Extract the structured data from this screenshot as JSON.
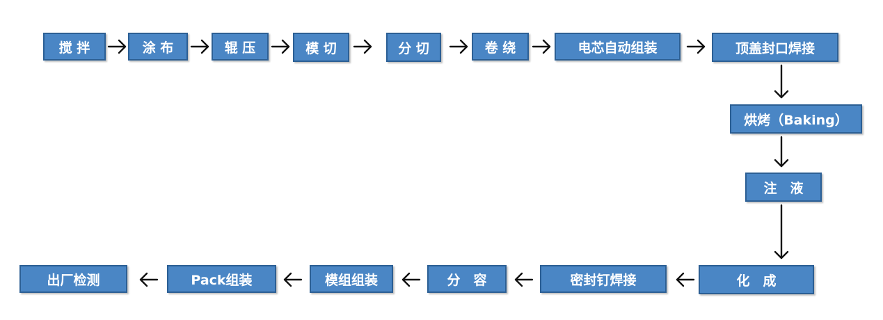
{
  "steps": {
    "s1": "搅 拌",
    "s2": "涂 布",
    "s3": "辊 压",
    "s4": "模 切",
    "s5": "分 切",
    "s6": "卷 绕",
    "s7": "电芯自动组装",
    "s8": "顶盖封口焊接",
    "s9": "烘烤（Baking）",
    "s10": "注　液",
    "s11": "化　成",
    "s12": "密封钉焊接",
    "s13": "分　容",
    "s14": "模组组装",
    "s15": "Pack组装",
    "s16": "出厂检测"
  },
  "colors": {
    "box_fill": "#4a86c5",
    "box_border": "#2c5f94",
    "box_text": "#ffffff",
    "arrow": "#111111"
  }
}
